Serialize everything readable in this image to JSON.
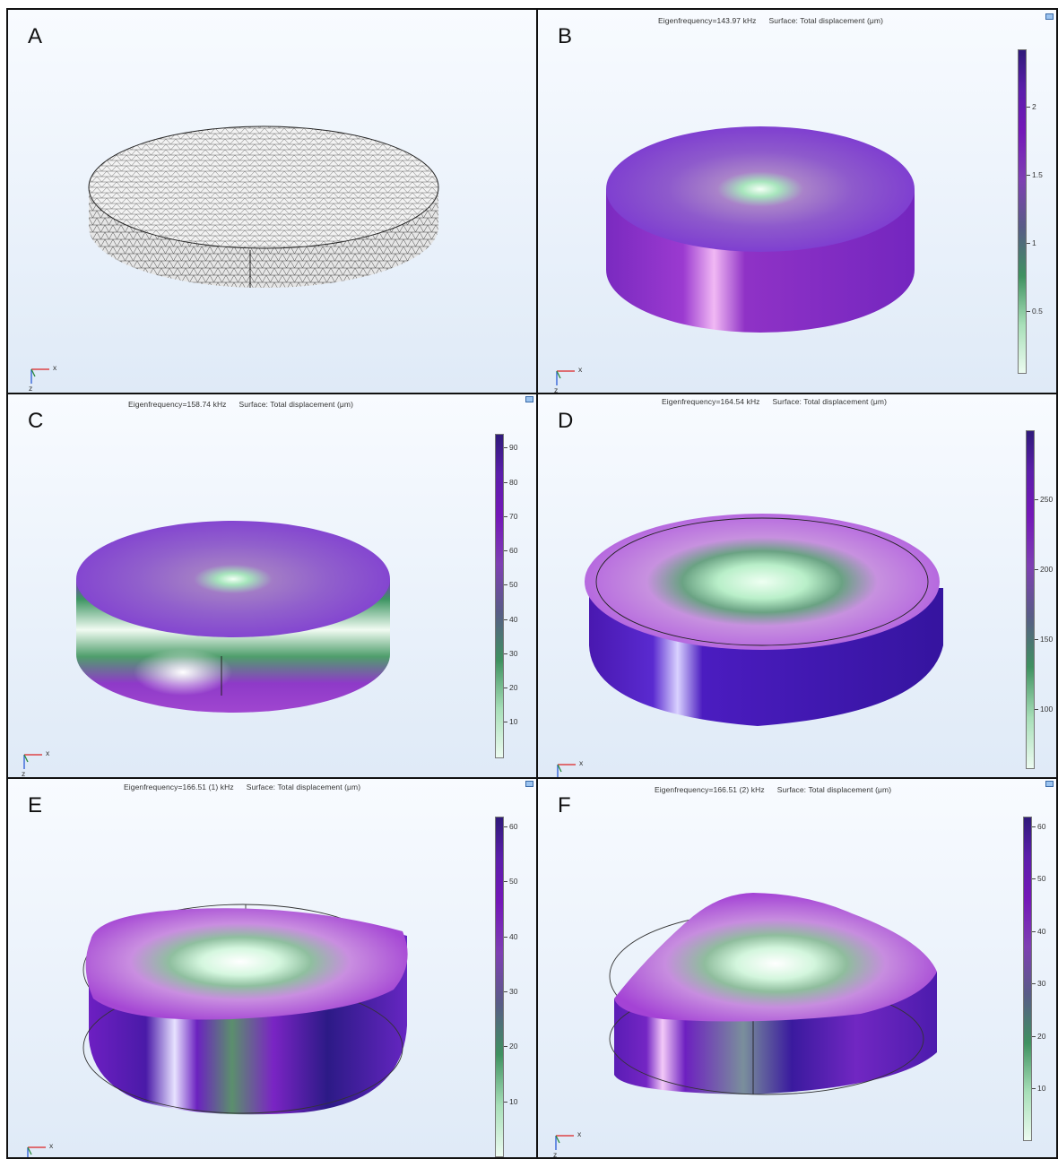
{
  "panels": {
    "a": {
      "letter": "A"
    },
    "b": {
      "letter": "B",
      "eigenfrequency": "Eigenfrequency=143.97 kHz",
      "surface": "Surface: Total displacement (μm)",
      "ticks": [
        "2",
        "1.5",
        "1",
        "0.5"
      ]
    },
    "c": {
      "letter": "C",
      "eigenfrequency": "Eigenfrequency=158.74 kHz",
      "surface": "Surface: Total displacement (μm)",
      "ticks": [
        "90",
        "80",
        "70",
        "60",
        "50",
        "40",
        "30",
        "20",
        "10"
      ]
    },
    "d": {
      "letter": "D",
      "eigenfrequency": "Eigenfrequency=164.54 kHz",
      "surface": "Surface: Total displacement (μm)",
      "ticks": [
        "250",
        "200",
        "150",
        "100"
      ]
    },
    "e": {
      "letter": "E",
      "eigenfrequency": "Eigenfrequency=166.51 (1) kHz",
      "surface": "Surface: Total displacement (μm)",
      "ticks": [
        "60",
        "50",
        "40",
        "30",
        "20",
        "10"
      ]
    },
    "f": {
      "letter": "F",
      "eigenfrequency": "Eigenfrequency=166.51 (2) kHz",
      "surface": "Surface: Total displacement (μm)",
      "ticks": [
        "60",
        "50",
        "40",
        "30",
        "20",
        "10"
      ]
    }
  },
  "axes": {
    "x": "x",
    "z": "z"
  }
}
